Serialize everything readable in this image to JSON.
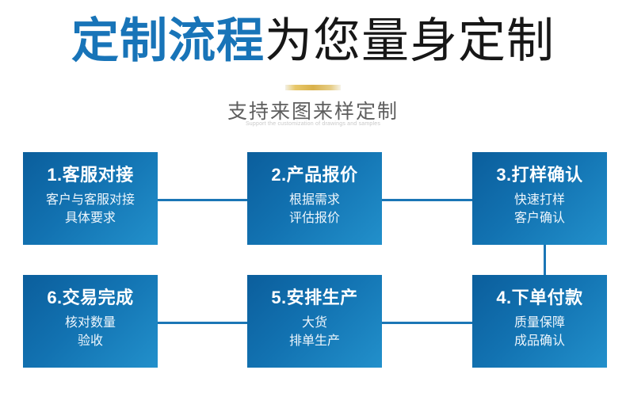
{
  "header": {
    "title_accent": "定制流程",
    "title_rest": "为您量身定制",
    "subtitle": "支持来图来样定制",
    "subtitle_en": "Support the customization of drawings and samples",
    "accent_color": "#1874b8",
    "divider_color": "#d9b14b"
  },
  "flow": {
    "box_color": "#1272b1",
    "connector_color": "#1b76b6",
    "steps": [
      {
        "id": "step-1",
        "title": "1.客服对接",
        "line1": "客户与客服对接",
        "line2": "具体要求"
      },
      {
        "id": "step-2",
        "title": "2.产品报价",
        "line1": "根据需求",
        "line2": "评估报价"
      },
      {
        "id": "step-3",
        "title": "3.打样确认",
        "line1": "快速打样",
        "line2": "客户确认"
      },
      {
        "id": "step-4",
        "title": "4.下单付款",
        "line1": "质量保障",
        "line2": "成品确认"
      },
      {
        "id": "step-5",
        "title": "5.安排生产",
        "line1": "大货",
        "line2": "排单生产"
      },
      {
        "id": "step-6",
        "title": "6.交易完成",
        "line1": "核对数量",
        "line2": "验收"
      }
    ]
  }
}
